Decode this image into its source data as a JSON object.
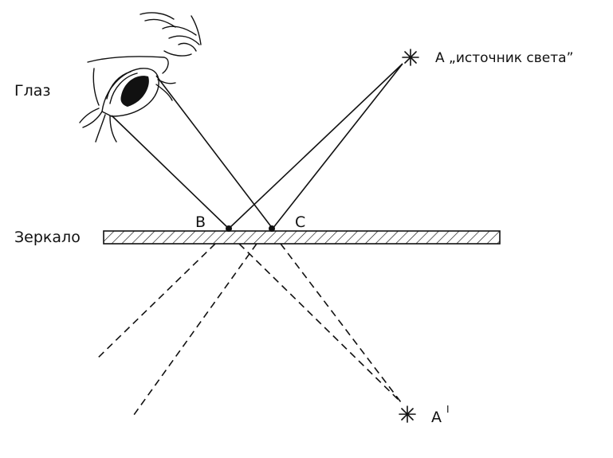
{
  "labels": {
    "eye": "Глаз",
    "mirror": "Зеркало",
    "point_b": "B",
    "point_c": "C",
    "source": "А „источник света”",
    "image": "А",
    "image_prime": "I"
  },
  "icons": {
    "source_star": "asterisk-star-icon",
    "image_star": "asterisk-star-icon",
    "eye_drawing": "eye-icon"
  },
  "colors": {
    "ink": "#111111",
    "paper": "#ffffff"
  }
}
